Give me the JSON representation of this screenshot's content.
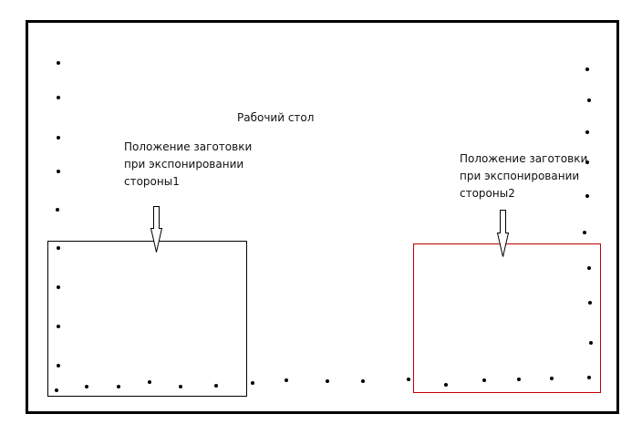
{
  "title": "Рабочий стол",
  "side1": {
    "lines": [
      "Положение заготовки",
      "при экспонировании",
      "стороны1"
    ],
    "box_color": "#000000"
  },
  "side2": {
    "lines": [
      "Положение заготовки",
      "при экспонировании",
      "стороны2"
    ],
    "box_color": "#c00000"
  },
  "colors": {
    "frame": "#000000",
    "dots": "#000000",
    "arrow": "#000000"
  }
}
